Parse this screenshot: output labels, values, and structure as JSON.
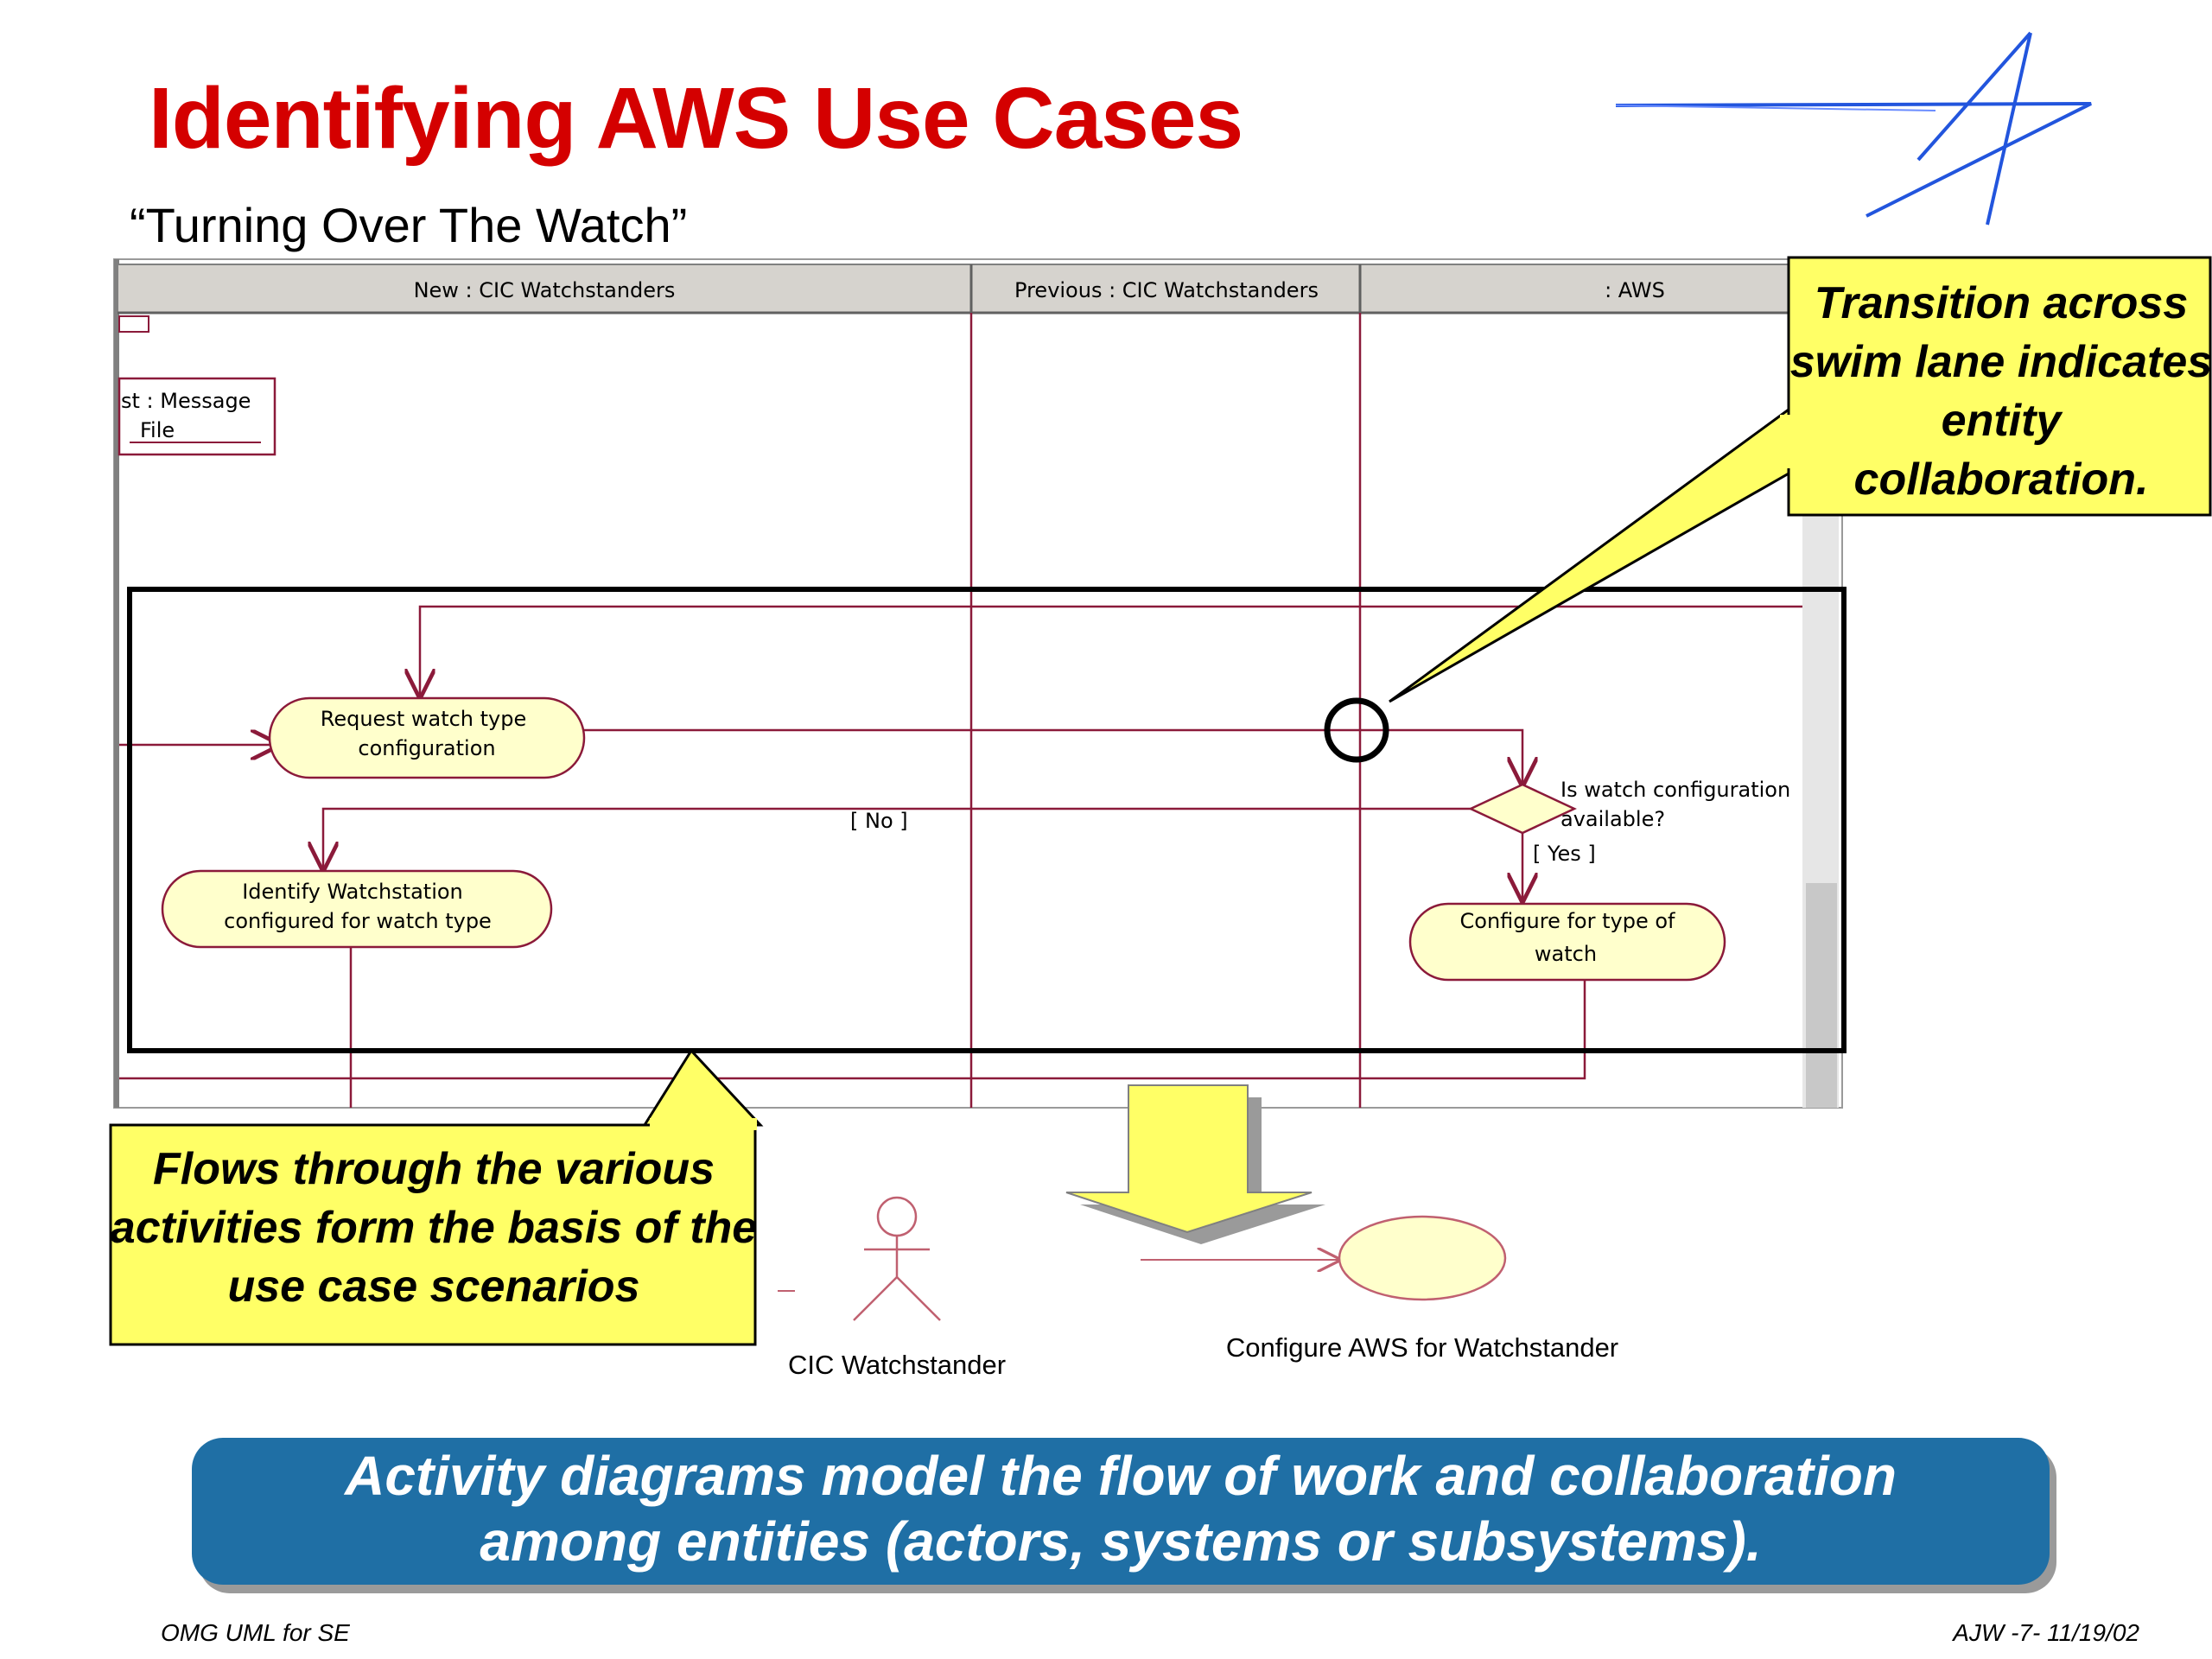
{
  "slide": {
    "title": "Identifying AWS Use Cases",
    "subtitle": "“Turning Over The Watch”"
  },
  "lanes": [
    {
      "label": "New : CIC Watchstanders"
    },
    {
      "label": "Previous : CIC Watchstanders"
    },
    {
      "label": ": AWS"
    }
  ],
  "nodes": {
    "message_file": {
      "line1": "st : Message",
      "line2": "File"
    },
    "request": {
      "line1": "Request watch type",
      "line2": "configuration"
    },
    "identify": {
      "line1": "Identify Watchstation",
      "line2": "configured for watch type"
    },
    "configure": {
      "line1": "Configure for type of",
      "line2": "watch"
    },
    "decision": {
      "line1": "Is watch configuration",
      "line2": "available?"
    },
    "guard_no": "[ No ]",
    "guard_yes": "[ Yes ]"
  },
  "callouts": {
    "transition": {
      "lines": [
        "Transition across",
        "swim lane indicates",
        "entity",
        "collaboration."
      ]
    },
    "flows": {
      "lines": [
        "Flows through the various",
        "activities form the basis of the",
        "use case scenarios"
      ]
    }
  },
  "use_case": {
    "actor_label": "CIC Watchstander",
    "usecase_label": "Configure AWS for Watchstander"
  },
  "banner": {
    "line1": "Activity diagrams model the flow of work and collaboration",
    "line2": "among entities (actors, systems or subsystems)."
  },
  "footer": {
    "left": "OMG UML for SE",
    "right": "AJW -7- 11/19/02"
  },
  "colors": {
    "title_red": "#d40000",
    "callout_yellow": "#ffff66",
    "node_fill": "#ffffcc",
    "flow_line": "#8b1a3a",
    "banner_blue": "#1f6fa5",
    "logo_blue": "#2255dd"
  }
}
